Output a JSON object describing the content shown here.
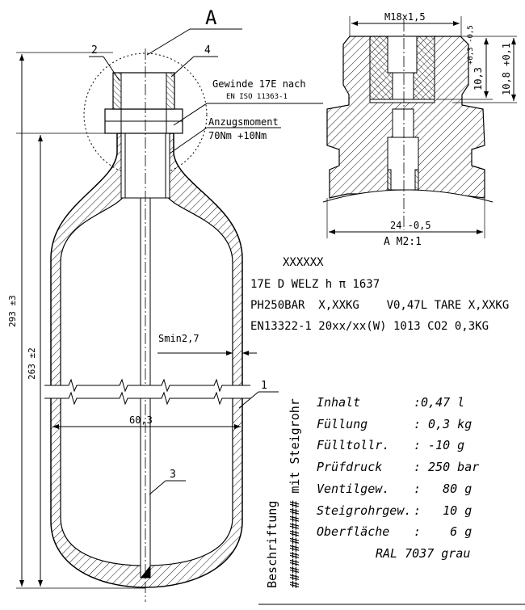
{
  "view_label": "A",
  "part_numbers": {
    "p1": "1",
    "p2": "2",
    "p3": "3",
    "p4": "4"
  },
  "thread_note": {
    "line1": "Gewinde 17E  nach",
    "line2": "EN ISO 11363-1"
  },
  "torque_note": {
    "line1": "Anzugsmoment",
    "line2": "70Nm +10Nm"
  },
  "dimensions": {
    "overall_height": "293 ±3",
    "body_height": "263 ±2",
    "diameter": "60,3",
    "wall": "Smin2,7",
    "thread": "M18x1,5",
    "depth1": "10,3",
    "depth1_tol": "+0,3 -0,5",
    "depth2": "10,8 +0,1",
    "width": "24 -0,5"
  },
  "detail_label": "A M2:1",
  "marking": [
    "XXXXXX",
    "17E D WELZ h  π 1637",
    "PH250BAR  X,XXKG    V0,47L TARE X,XXKG",
    "EN13322-1 20xx/xx(W) 1013 CO2 0,3KG"
  ],
  "vertical_labels": {
    "label1": "Beschriftung",
    "label2": "############ mit Steigrohr"
  },
  "specs": [
    {
      "name": "Inhalt",
      "value": ":0,47 l"
    },
    {
      "name": "Füllung",
      "value": ": 0,3 kg"
    },
    {
      "name": "Fülltollr.",
      "value": ": -10 g"
    },
    {
      "name": "Prüfdruck",
      "value": ": 250 bar"
    },
    {
      "name": "Ventilgew.",
      "value": ":   80 g"
    },
    {
      "name": "Steigrohrgew.",
      "value": ":   10 g"
    },
    {
      "name": "Oberfläche",
      "value": ":    6 g"
    }
  ],
  "color_note": "RAL 7037 grau"
}
